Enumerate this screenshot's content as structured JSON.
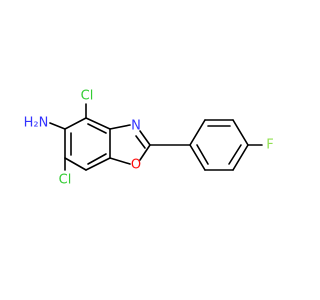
{
  "molecule": {
    "atoms": {
      "cl_top": {
        "text": "Cl",
        "color": "#33cc33"
      },
      "cl_bottom": {
        "text": "Cl",
        "color": "#33cc33"
      },
      "amine": {
        "text": "H₂N",
        "color": "#3333ff"
      },
      "nitrogen": {
        "text": "N",
        "color": "#3333ff"
      },
      "oxygen": {
        "text": "O",
        "color": "#ff0d0d"
      },
      "fluorine": {
        "text": "F",
        "color": "#90e050"
      }
    },
    "bond_color": "#000000",
    "background": "#ffffff"
  }
}
